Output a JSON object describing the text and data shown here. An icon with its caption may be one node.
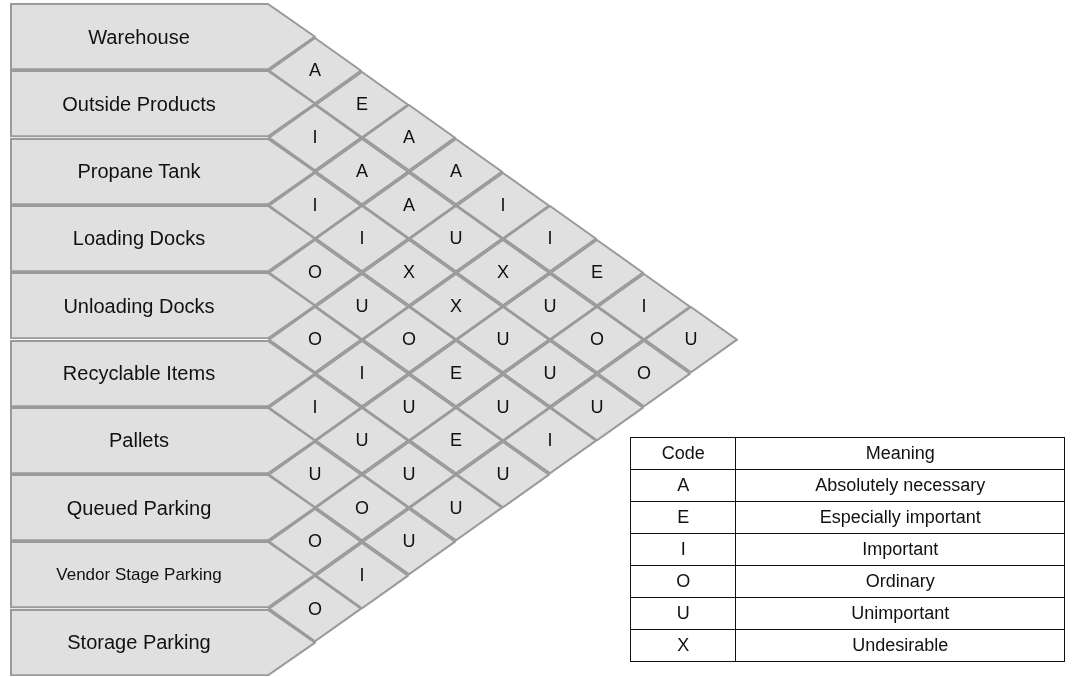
{
  "diagram": {
    "nodes": [
      {
        "text": [
          "Warehouse"
        ]
      },
      {
        "text": [
          "Outside Products"
        ]
      },
      {
        "text": [
          "Propane Tank"
        ]
      },
      {
        "text": [
          "Loading Docks"
        ]
      },
      {
        "text": [
          "Unloading Docks"
        ]
      },
      {
        "text": [
          "Recyclable Items"
        ]
      },
      {
        "text": [
          "Pallets"
        ]
      },
      {
        "text": [
          "Queued Parking"
        ]
      },
      {
        "text": [
          "Vendor Stage Parking"
        ]
      },
      {
        "text": [
          "Storage Parking"
        ]
      },
      {
        "text": [
          "A"
        ]
      },
      {
        "text": [
          "E"
        ]
      },
      {
        "text": [
          "I"
        ]
      },
      {
        "text": [
          "A"
        ]
      },
      {
        "text": [
          "A"
        ]
      },
      {
        "text": [
          "A"
        ]
      },
      {
        "text": [
          "I"
        ]
      },
      {
        "text": [
          "A"
        ]
      },
      {
        "text": [
          "I"
        ]
      },
      {
        "text": [
          "I"
        ]
      },
      {
        "text": [
          "U"
        ]
      },
      {
        "text": [
          "I"
        ]
      },
      {
        "text": [
          "O"
        ]
      },
      {
        "text": [
          "X"
        ]
      },
      {
        "text": [
          "X"
        ]
      },
      {
        "text": [
          "E"
        ]
      },
      {
        "text": [
          "U"
        ]
      },
      {
        "text": [
          "X"
        ]
      },
      {
        "text": [
          "U"
        ]
      },
      {
        "text": [
          "I"
        ]
      },
      {
        "text": [
          "O"
        ]
      },
      {
        "text": [
          "O"
        ]
      },
      {
        "text": [
          "U"
        ]
      },
      {
        "text": [
          "O"
        ]
      },
      {
        "text": [
          "U"
        ]
      },
      {
        "text": [
          "I"
        ]
      },
      {
        "text": [
          "E"
        ]
      },
      {
        "text": [
          "U"
        ]
      },
      {
        "text": [
          "O"
        ]
      },
      {
        "text": [
          "I"
        ]
      },
      {
        "text": [
          "U"
        ]
      },
      {
        "text": [
          "U"
        ]
      },
      {
        "text": [
          "U"
        ]
      },
      {
        "text": [
          "U"
        ]
      },
      {
        "text": [
          "E"
        ]
      },
      {
        "text": [
          "I"
        ]
      },
      {
        "text": [
          "U"
        ]
      },
      {
        "text": [
          "U"
        ]
      },
      {
        "text": [
          "U"
        ]
      },
      {
        "text": [
          "O"
        ]
      },
      {
        "text": [
          "U"
        ]
      },
      {
        "text": [
          "O"
        ]
      },
      {
        "text": [
          "U"
        ]
      },
      {
        "text": [
          "I"
        ]
      },
      {
        "text": [
          "O"
        ]
      }
    ],
    "labels": [
      "Code",
      "Meaning",
      "A",
      "Absolutely necessary",
      "E",
      "Especially important",
      "I",
      "Important",
      "O",
      "Ordinary",
      "U",
      "Unimportant",
      "X",
      "Undesirable"
    ]
  }
}
